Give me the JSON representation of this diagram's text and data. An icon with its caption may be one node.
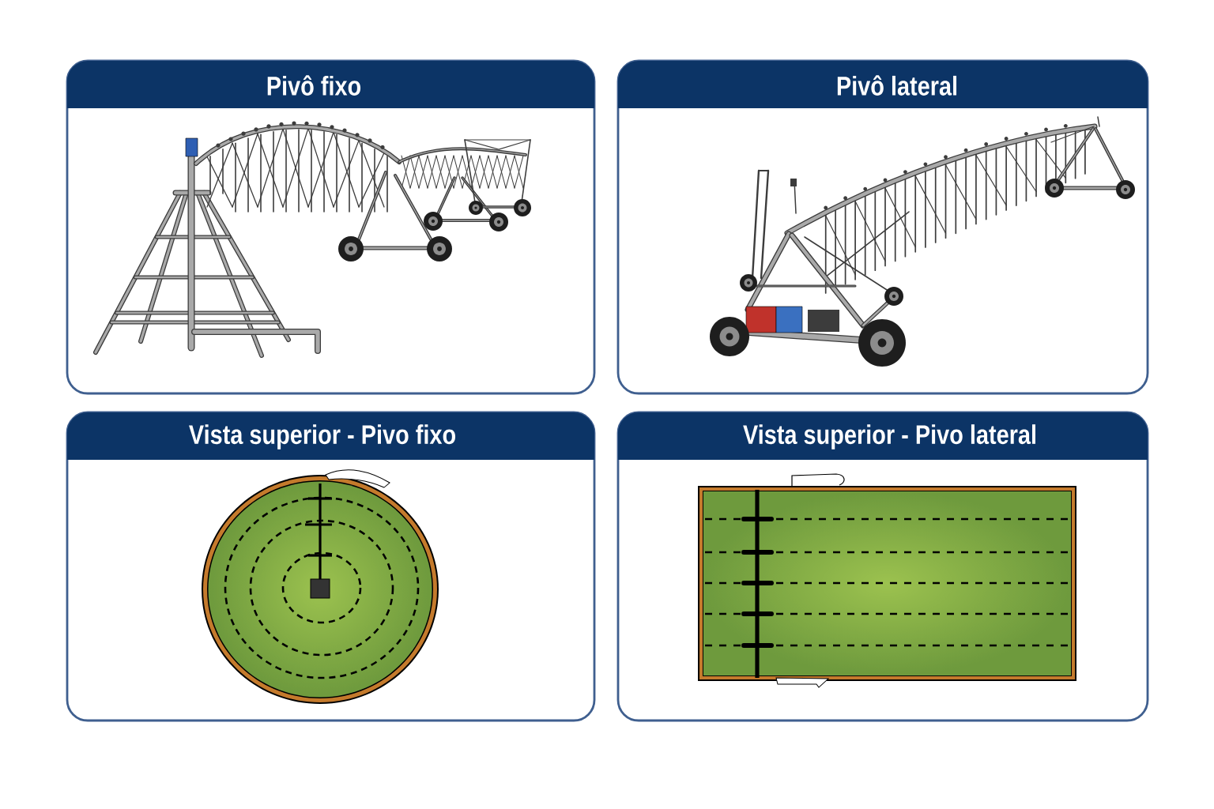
{
  "diagram": {
    "nodes": [
      {
        "text": [
          "Pivô fixo"
        ]
      },
      {
        "text": [
          "Pivô lateral"
        ]
      },
      {
        "text": [
          "Vista superior - Pivo fixo"
        ]
      },
      {
        "text": [
          "Vista superior - Pivo lateral"
        ]
      }
    ]
  }
}
